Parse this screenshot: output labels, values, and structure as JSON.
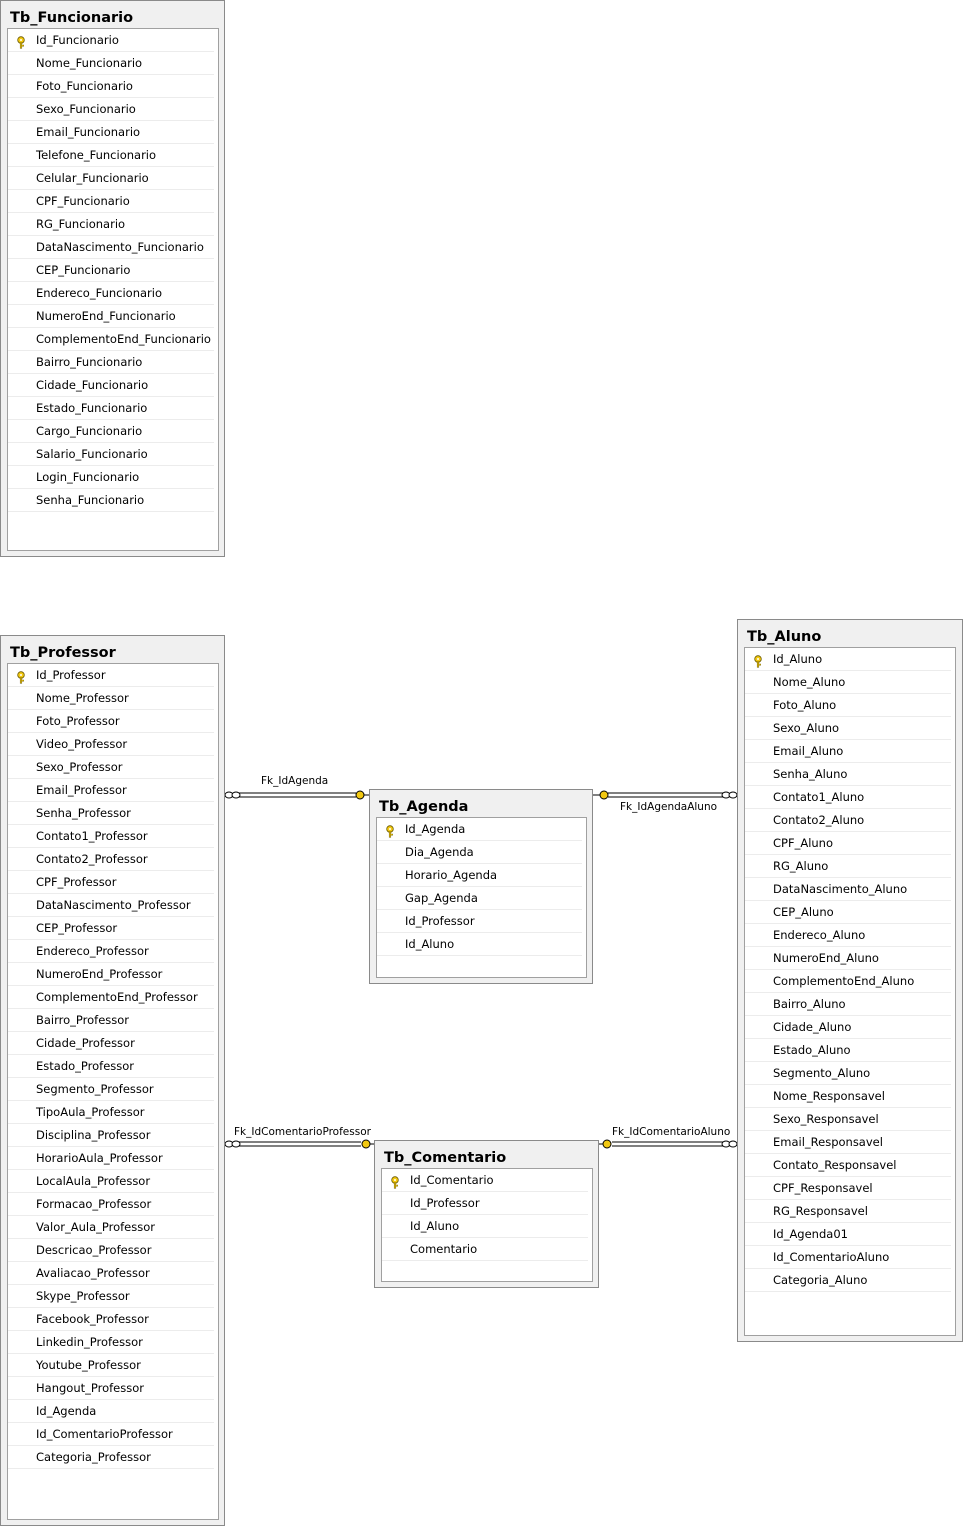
{
  "tables": [
    {
      "name": "Tb_Funcionario",
      "columns": [
        "Id_Funcionario",
        "Nome_Funcionario",
        "Foto_Funcionario",
        "Sexo_Funcionario",
        "Email_Funcionario",
        "Telefone_Funcionario",
        "Celular_Funcionario",
        "CPF_Funcionario",
        "RG_Funcionario",
        "DataNascimento_Funcionario",
        "CEP_Funcionario",
        "Endereco_Funcionario",
        "NumeroEnd_Funcionario",
        "ComplementoEnd_Funcionario",
        "Bairro_Funcionario",
        "Cidade_Funcionario",
        "Estado_Funcionario",
        "Cargo_Funcionario",
        "Salario_Funcionario",
        "Login_Funcionario",
        "Senha_Funcionario"
      ],
      "primary_key": "Id_Funcionario"
    },
    {
      "name": "Tb_Professor",
      "columns": [
        "Id_Professor",
        "Nome_Professor",
        "Foto_Professor",
        "Video_Professor",
        "Sexo_Professor",
        "Email_Professor",
        "Senha_Professor",
        "Contato1_Professor",
        "Contato2_Professor",
        "CPF_Professor",
        "DataNascimento_Professor",
        "CEP_Professor",
        "Endereco_Professor",
        "NumeroEnd_Professor",
        "ComplementoEnd_Professor",
        "Bairro_Professor",
        "Cidade_Professor",
        "Estado_Professor",
        "Segmento_Professor",
        "TipoAula_Professor",
        "Disciplina_Professor",
        "HorarioAula_Professor",
        "LocalAula_Professor",
        "Formacao_Professor",
        "Valor_Aula_Professor",
        "Descricao_Professor",
        "Avaliacao_Professor",
        "Skype_Professor",
        "Facebook_Professor",
        "Linkedin_Professor",
        "Youtube_Professor",
        "Hangout_Professor",
        "Id_Agenda",
        "Id_ComentarioProfessor",
        "Categoria_Professor"
      ],
      "primary_key": "Id_Professor"
    },
    {
      "name": "Tb_Agenda",
      "columns": [
        "Id_Agenda",
        "Dia_Agenda",
        "Horario_Agenda",
        "Gap_Agenda",
        "Id_Professor",
        "Id_Aluno"
      ],
      "primary_key": "Id_Agenda"
    },
    {
      "name": "Tb_Comentario",
      "columns": [
        "Id_Comentario",
        "Id_Professor",
        "Id_Aluno",
        "Comentario"
      ],
      "primary_key": "Id_Comentario"
    },
    {
      "name": "Tb_Aluno",
      "columns": [
        "Id_Aluno",
        "Nome_Aluno",
        "Foto_Aluno",
        "Sexo_Aluno",
        "Email_Aluno",
        "Senha_Aluno",
        "Contato1_Aluno",
        "Contato2_Aluno",
        "CPF_Aluno",
        "RG_Aluno",
        "DataNascimento_Aluno",
        "CEP_Aluno",
        "Endereco_Aluno",
        "NumeroEnd_Aluno",
        "ComplementoEnd_Aluno",
        "Bairro_Aluno",
        "Cidade_Aluno",
        "Estado_Aluno",
        "Segmento_Aluno",
        "Nome_Responsavel",
        "Sexo_Responsavel",
        "Email_Responsavel",
        "Contato_Responsavel",
        "CPF_Responsavel",
        "RG_Responsavel",
        "Id_Agenda01",
        "Id_ComentarioAluno",
        "Categoria_Aluno"
      ],
      "primary_key": "Id_Aluno"
    }
  ],
  "relationships": [
    {
      "label": "Fk_IdAgenda",
      "from": "Tb_Professor",
      "to": "Tb_Agenda"
    },
    {
      "label": "Fk_IdAgendaAluno",
      "from": "Tb_Aluno",
      "to": "Tb_Agenda"
    },
    {
      "label": "Fk_IdComentarioProfessor",
      "from": "Tb_Professor",
      "to": "Tb_Comentario"
    },
    {
      "label": "Fk_IdComentarioAluno",
      "from": "Tb_Aluno",
      "to": "Tb_Comentario"
    }
  ],
  "colors": {
    "key_icon": "#f2c811",
    "line": "#000000",
    "table_frame": "#f0f0f0"
  }
}
